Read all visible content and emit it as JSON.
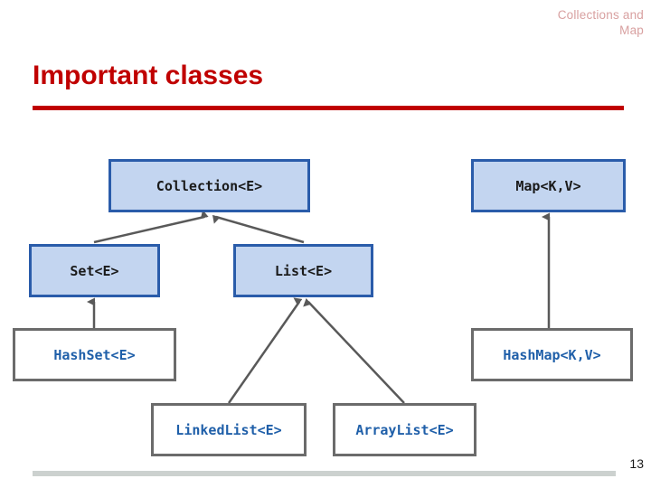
{
  "header": {
    "text": "Collections and\nMap",
    "color": "#d8a0a0"
  },
  "title": {
    "text": "Important classes",
    "color": "#c00000"
  },
  "footer": {
    "slide_number": "13",
    "bar_color": "#ccd1cf"
  },
  "theme": {
    "interface_fill": "#c3d5f0",
    "interface_border": "#2a5caa",
    "interface_text": "#1a1a1a",
    "impl_fill": "#ffffff",
    "impl_border": "#6b6b6b",
    "impl_text": "#1f5fa9",
    "connector_color": "#595959"
  },
  "diagram": {
    "type": "class-hierarchy",
    "nodes": [
      {
        "id": "collection",
        "label": "Collection<E>",
        "kind": "interface"
      },
      {
        "id": "map",
        "label": "Map<K,V>",
        "kind": "interface"
      },
      {
        "id": "set",
        "label": "Set<E>",
        "kind": "interface"
      },
      {
        "id": "list",
        "label": "List<E>",
        "kind": "interface"
      },
      {
        "id": "hashset",
        "label": "HashSet<E>",
        "kind": "implementation"
      },
      {
        "id": "hashmap",
        "label": "HashMap<K,V>",
        "kind": "implementation"
      },
      {
        "id": "linkedlist",
        "label": "LinkedList<E>",
        "kind": "implementation"
      },
      {
        "id": "arraylist",
        "label": "ArrayList<E>",
        "kind": "implementation"
      }
    ],
    "edges": [
      {
        "from": "set",
        "to": "collection"
      },
      {
        "from": "list",
        "to": "collection"
      },
      {
        "from": "hashset",
        "to": "set"
      },
      {
        "from": "linkedlist",
        "to": "list"
      },
      {
        "from": "arraylist",
        "to": "list"
      },
      {
        "from": "hashmap",
        "to": "map"
      }
    ]
  }
}
